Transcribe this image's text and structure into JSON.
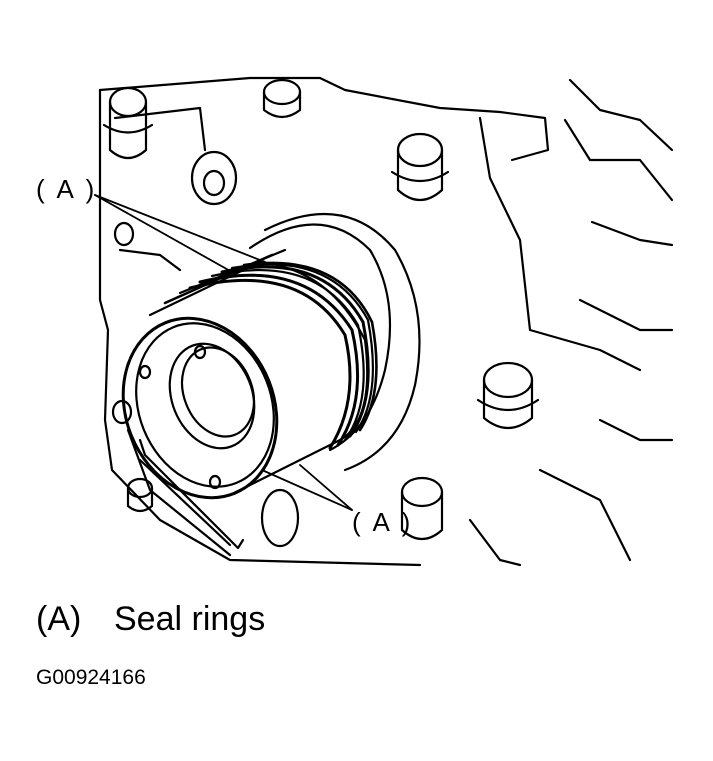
{
  "callouts": {
    "upper": "( A )",
    "lower": "( A )"
  },
  "legend": {
    "key": "(A)",
    "text": "Seal rings"
  },
  "figure_id": "G00924166",
  "colors": {
    "line": "#000000",
    "background": "#ffffff"
  }
}
